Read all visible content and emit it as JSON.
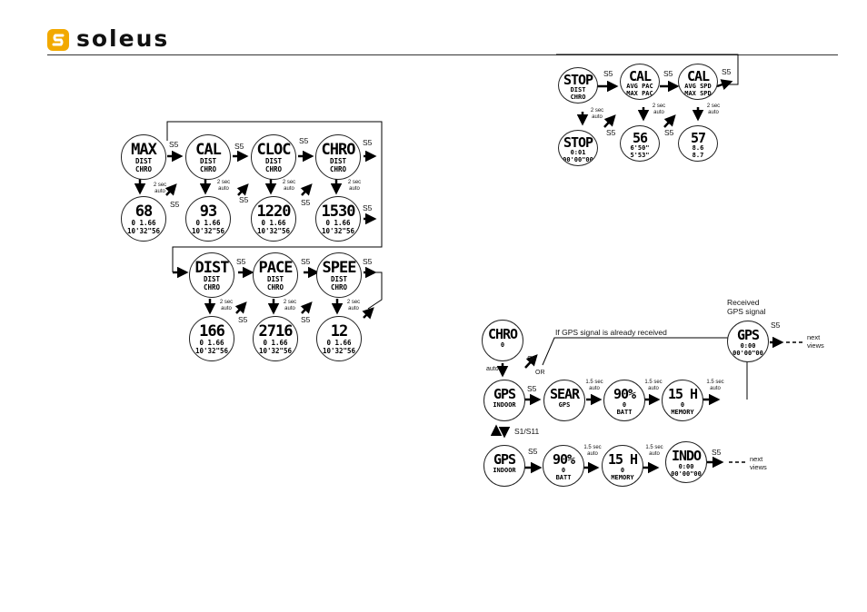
{
  "brand": {
    "name": "soleus",
    "accent": "#f2a900"
  },
  "timer_section": {
    "faces": [
      {
        "big": "STOP",
        "l2": "DIST",
        "l3": "CHRO"
      },
      {
        "big": "CAL",
        "l2": "AVG PAC",
        "l3": "MAX PAC"
      },
      {
        "big": "CAL",
        "l2": "AVG SPD",
        "l3": "MAX SPD"
      },
      {
        "big": "STOP",
        "l2": "0:01",
        "l3": "00'00\"00"
      },
      {
        "big": "56",
        "l2": "6'50\"",
        "l3": "5'53\""
      },
      {
        "big": "57",
        "l2": "8.6",
        "l3": "8.7"
      }
    ],
    "s5": "S5",
    "auto_label": "2 sec auto"
  },
  "chrono_section": {
    "faces_top": [
      {
        "big": "MAX",
        "l2": "DIST",
        "l3": "CHRO"
      },
      {
        "big": "CAL",
        "l2": "DIST",
        "l3": "CHRO"
      },
      {
        "big": "CLOC",
        "l2": "DIST",
        "l3": "CHRO"
      },
      {
        "big": "CHRO",
        "l2": "DIST",
        "l3": "CHRO"
      }
    ],
    "faces_mid": [
      {
        "big": "68",
        "l2": "0 1.66",
        "l3": "10'32\"56"
      },
      {
        "big": "93",
        "l2": "0 1.66",
        "l3": "10'32\"56"
      },
      {
        "big": "1220",
        "l2": "0 1.66",
        "l3": "10'32\"56"
      },
      {
        "big": "1530",
        "l2": "0 1.66",
        "l3": "10'32\"56"
      }
    ],
    "faces_row3": [
      {
        "big": "DIST",
        "l2": "DIST",
        "l3": "CHRO"
      },
      {
        "big": "PACE",
        "l2": "DIST",
        "l3": "CHRO"
      },
      {
        "big": "SPEE",
        "l2": "DIST",
        "l3": "CHRO"
      }
    ],
    "faces_row4": [
      {
        "big": "166",
        "l2": "0 1.66",
        "l3": "10'32\"56"
      },
      {
        "big": "2716",
        "l2": "0 1.66",
        "l3": "10'32\"56"
      },
      {
        "big": "12",
        "l2": "0 1.66",
        "l3": "10'32\"56"
      }
    ],
    "s5": "S5",
    "auto_label": "2 sec auto"
  },
  "gps_section": {
    "chro_face": {
      "big": "CHRO",
      "l2": "0",
      "l3": ""
    },
    "gps_face": {
      "big": "GPS",
      "l2": "0:00",
      "l3": "00'00\"00"
    },
    "row1": [
      {
        "big": "GPS",
        "l2": "INDOOR",
        "l3": ""
      },
      {
        "big": "SEAR",
        "l2": "GPS",
        "l3": ""
      },
      {
        "big": "90%",
        "l2": "0",
        "l3": "BATT"
      },
      {
        "big": "15 H",
        "l2": "0",
        "l3": "MEMORY"
      }
    ],
    "row2": [
      {
        "big": "GPS",
        "l2": "INDOOR",
        "l3": ""
      },
      {
        "big": "90%",
        "l2": "0",
        "l3": "BATT"
      },
      {
        "big": "15 H",
        "l2": "0",
        "l3": "MEMORY"
      },
      {
        "big": "INDO",
        "l2": "0:00",
        "l3": "00'00\"00"
      }
    ],
    "received_label": "Received GPS signal",
    "if_gps_label": "If GPS signal is already received",
    "or_label": "OR",
    "auto_label": "auto",
    "s1s11_label": "S1/S11",
    "delay_label": "1.5 sec auto",
    "next_views_label": "next views",
    "s5": "S5"
  }
}
